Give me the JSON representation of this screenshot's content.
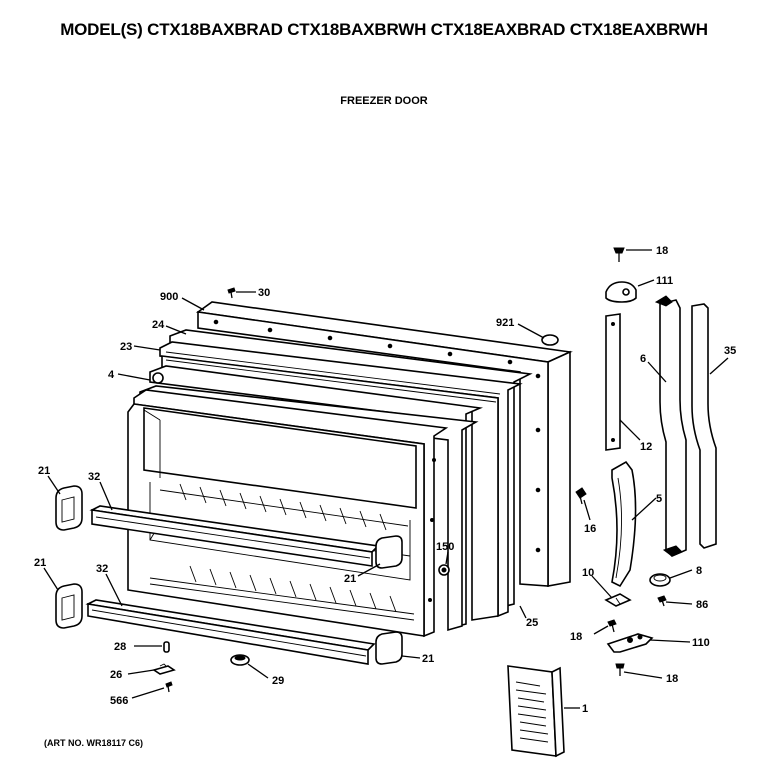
{
  "header": {
    "title": "MODEL(S) CTX18BAXBRAD CTX18BAXBRWH CTX18EAXBRAD CTX18EAXBRWH",
    "subtitle": "FREEZER DOOR"
  },
  "footer": {
    "art_no": "(ART NO. WR18117 C6)"
  },
  "callouts": {
    "c900": "900",
    "c30": "30",
    "c24": "24",
    "c23": "23",
    "c4": "4",
    "c921": "921",
    "c18_top": "18",
    "c111": "111",
    "c6": "6",
    "c35": "35",
    "c12": "12",
    "c5": "5",
    "c16": "16",
    "c150": "150",
    "c21_left_top": "21",
    "c32_top": "32",
    "c21_mid": "21",
    "c21_left_bottom": "21",
    "c32_bottom": "32",
    "c25": "25",
    "c10": "10",
    "c8": "8",
    "c86": "86",
    "c18_mid": "18",
    "c110": "110",
    "c18_bottom": "18",
    "c28": "28",
    "c26": "26",
    "c566": "566",
    "c29": "29",
    "c21_bottom": "21",
    "c1": "1"
  }
}
